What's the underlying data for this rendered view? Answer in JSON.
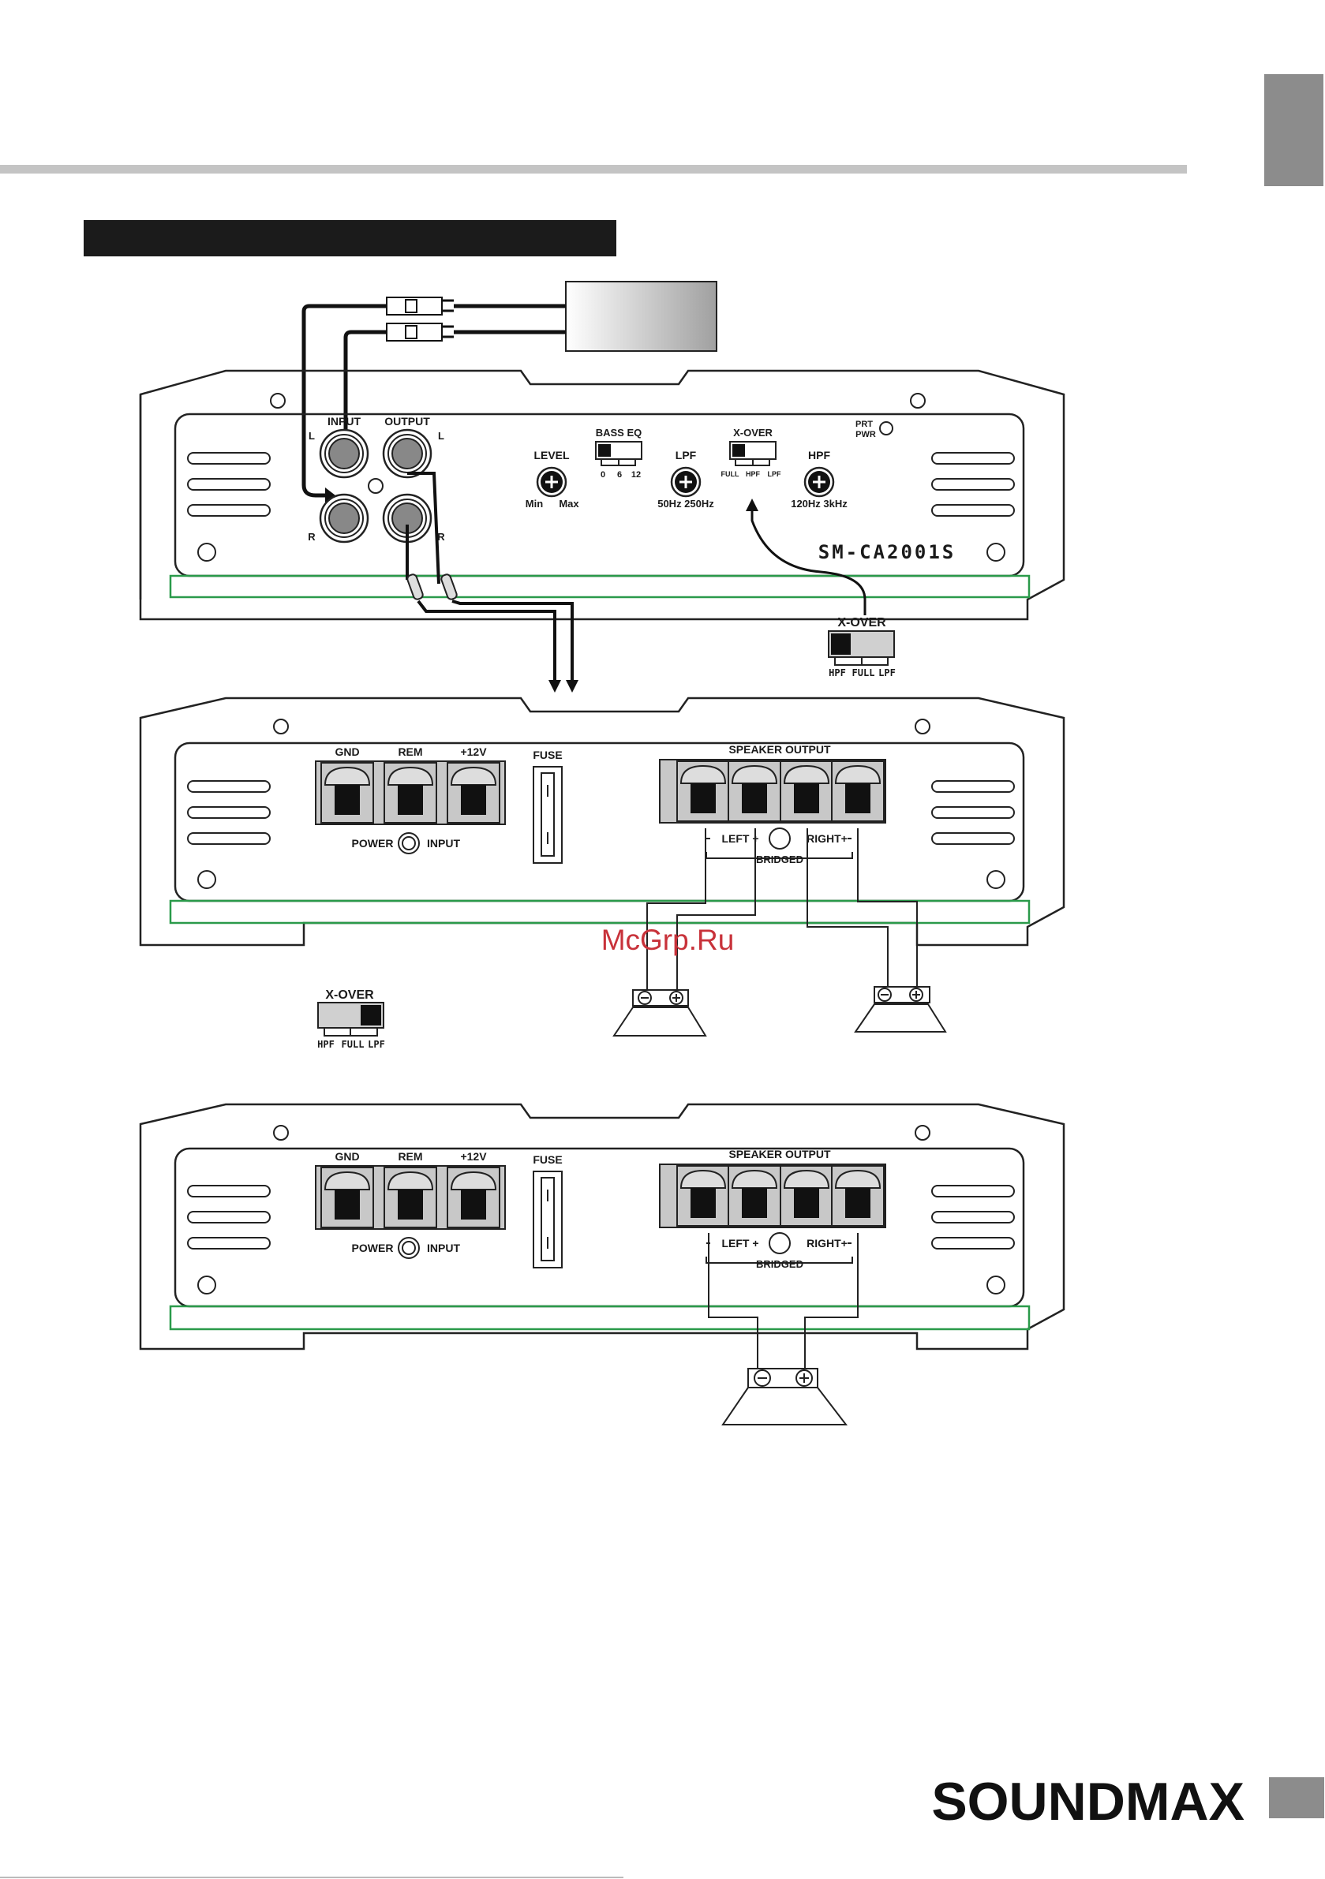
{
  "colors": {
    "accent_gray": "#8c8c8c",
    "header_bar": "#1b1b1b",
    "strip_green": "#2a9a4a",
    "watermark": "#c8323a"
  },
  "watermark": "McGrp.Ru",
  "brand": "SOUNDMAX",
  "amp_top": {
    "input_label": "INPUT",
    "output_label": "OUTPUT",
    "jack_left": "L",
    "jack_right": "R",
    "level_label": "LEVEL",
    "level_min": "Min",
    "level_max": "Max",
    "bass_eq_label": "BASS EQ",
    "bass_eq_values": [
      "0",
      "6",
      "12"
    ],
    "lpf_label": "LPF",
    "lpf_range": "50Hz  250Hz",
    "xover_label": "X-OVER",
    "xover_modes": [
      "FULL",
      "HPF",
      "LPF"
    ],
    "hpf_label": "HPF",
    "hpf_range": "120Hz  3kHz",
    "prt_label": "PRT",
    "pwr_label": "PWR",
    "model": "SM-CA2001S"
  },
  "switch_callout_1": {
    "title": "X-OVER",
    "options": [
      "HPF",
      "FULL",
      "LPF"
    ]
  },
  "switch_callout_2": {
    "title": "X-OVER",
    "options": [
      "HPF",
      "FULL",
      "LPF"
    ]
  },
  "amp_mid": {
    "terminals": [
      "GND",
      "REM",
      "+12V"
    ],
    "fuse_label": "FUSE",
    "power_label": "POWER",
    "input_label": "INPUT",
    "speaker_output_label": "SPEAKER  OUTPUT",
    "left_label": "LEFT +",
    "right_label": "RIGHT+",
    "bridged_label": "BRIDGED"
  },
  "amp_bottom": {
    "terminals": [
      "GND",
      "REM",
      "+12V"
    ],
    "fuse_label": "FUSE",
    "power_label": "POWER",
    "input_label": "INPUT",
    "speaker_output_label": "SPEAKER  OUTPUT",
    "left_label": "LEFT +",
    "right_label": "RIGHT+",
    "bridged_label": "BRIDGED"
  }
}
